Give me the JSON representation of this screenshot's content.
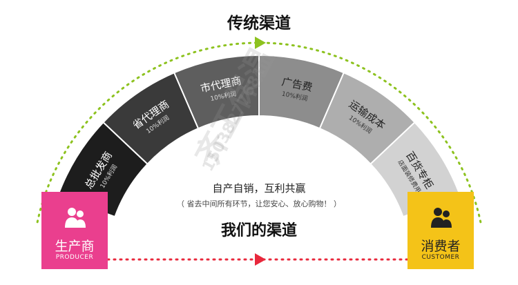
{
  "titles": {
    "traditional": "传统渠道",
    "ours": "我们的渠道"
  },
  "slogan": {
    "main": "自产自销，互利共赢",
    "sub": "（ 省去中间所有环节，让您安心、放心购物！ ）"
  },
  "producer": {
    "label": "生产商",
    "sub": "PRODUCER",
    "icon": "people-icon"
  },
  "customer": {
    "label": "消费者",
    "sub": "CUSTOMER",
    "icon": "people-icon"
  },
  "segments": [
    {
      "label": "总批发商",
      "sub": "10%利润",
      "color": "#1d1d1d"
    },
    {
      "label": "省代理商",
      "sub": "10%利润",
      "color": "#3a3a3a"
    },
    {
      "label": "市代理商",
      "sub": "10%利润",
      "color": "#5e5e5e"
    },
    {
      "label": "广告费",
      "sub": "10%利润",
      "color": "#8d8d8d"
    },
    {
      "label": "运输成本",
      "sub": "10%利润",
      "color": "#aeaeae"
    },
    {
      "label": "百货专柜",
      "sub": "店面装修费用",
      "color": "#d2d2d2"
    }
  ],
  "watermark": {
    "brand": "齐工保温",
    "phone": "15038277681"
  },
  "colors": {
    "traditional_arc": "#8dc21f",
    "our_line": "#e8283c",
    "producer": "#ea3f8e",
    "customer": "#f4c318"
  }
}
